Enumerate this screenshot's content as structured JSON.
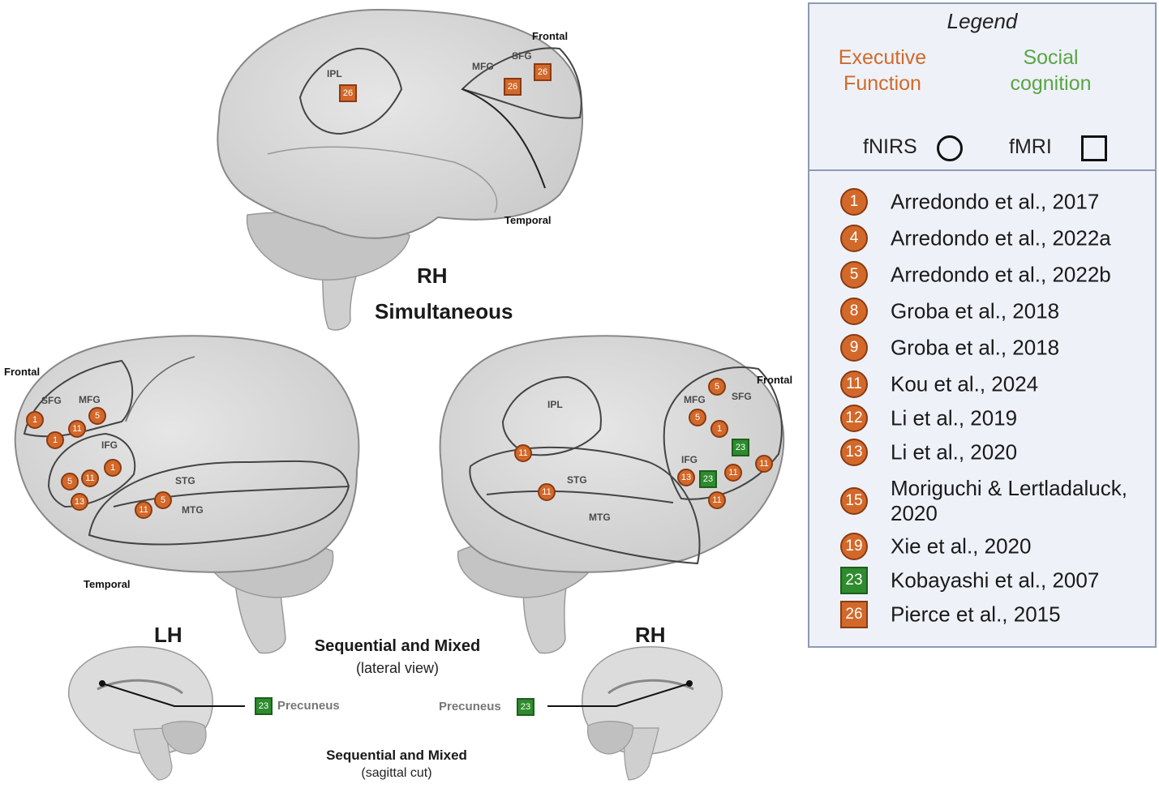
{
  "colors": {
    "executive": "#d2692a",
    "social": "#5aa545",
    "fmri_green": "#2e8b2e",
    "fmri_orange": "#d2692a",
    "brain_fill": "#d9d9d9",
    "legend_bg": "#eef2f8",
    "legend_border": "#8d9ab6"
  },
  "views": {
    "top": {
      "title": "RH",
      "subtitle": "Simultaneous",
      "lobes": [
        "Frontal",
        "Temporal"
      ],
      "regions": [
        "IPL",
        "MFG",
        "SFG"
      ],
      "markers": [
        {
          "n": "26",
          "shape": "square",
          "color": "#d2692a"
        },
        {
          "n": "26",
          "shape": "square",
          "color": "#d2692a"
        },
        {
          "n": "26",
          "shape": "square",
          "color": "#d2692a"
        }
      ]
    },
    "left": {
      "title": "LH",
      "lobes": [
        "Frontal",
        "Temporal"
      ],
      "regions": [
        "SFG",
        "MFG",
        "IFG",
        "STG",
        "MTG"
      ],
      "markers": [
        {
          "n": "1",
          "shape": "circle"
        },
        {
          "n": "11",
          "shape": "circle"
        },
        {
          "n": "5",
          "shape": "circle"
        },
        {
          "n": "1",
          "shape": "circle"
        },
        {
          "n": "1",
          "shape": "circle"
        },
        {
          "n": "11",
          "shape": "circle"
        },
        {
          "n": "5",
          "shape": "circle"
        },
        {
          "n": "13",
          "shape": "circle"
        },
        {
          "n": "11",
          "shape": "circle"
        },
        {
          "n": "5",
          "shape": "circle"
        }
      ]
    },
    "right": {
      "title": "RH",
      "lobes": [
        "Frontal"
      ],
      "regions": [
        "IPL",
        "MFG",
        "SFG",
        "IFG",
        "STG",
        "MTG"
      ],
      "markers": [
        {
          "n": "5",
          "shape": "circle"
        },
        {
          "n": "5",
          "shape": "circle"
        },
        {
          "n": "1",
          "shape": "circle"
        },
        {
          "n": "23",
          "shape": "square",
          "color": "#2e8b2e"
        },
        {
          "n": "11",
          "shape": "circle"
        },
        {
          "n": "13",
          "shape": "circle"
        },
        {
          "n": "23",
          "shape": "square",
          "color": "#2e8b2e"
        },
        {
          "n": "11",
          "shape": "circle"
        },
        {
          "n": "11",
          "shape": "circle"
        },
        {
          "n": "11",
          "shape": "circle"
        },
        {
          "n": "11",
          "shape": "circle"
        }
      ]
    },
    "lateral_caption": {
      "title": "Sequential and Mixed",
      "sub": "(lateral view)"
    },
    "sagittal_caption": {
      "title": "Sequential and Mixed",
      "sub": "(sagittal cut)"
    },
    "sagittal_left": {
      "label": "Precuneus",
      "marker": {
        "n": "23",
        "shape": "square",
        "color": "#2e8b2e"
      }
    },
    "sagittal_right": {
      "label": "Precuneus",
      "marker": {
        "n": "23",
        "shape": "square",
        "color": "#2e8b2e"
      }
    }
  },
  "legend": {
    "title": "Legend",
    "categories": [
      {
        "label": "Executive Function",
        "color": "#d2692a"
      },
      {
        "label": "Social cognition",
        "color": "#5aa545"
      }
    ],
    "modalities": [
      {
        "label": "fNIRS",
        "symbol": "circle"
      },
      {
        "label": "fMRI",
        "symbol": "square"
      }
    ],
    "items": [
      {
        "n": "1",
        "shape": "circle",
        "label": "Arredondo et al., 2017"
      },
      {
        "n": "4",
        "shape": "circle",
        "label": "Arredondo et al., 2022a"
      },
      {
        "n": "5",
        "shape": "circle",
        "label": "Arredondo et al., 2022b"
      },
      {
        "n": "8",
        "shape": "circle",
        "label": "Groba et al., 2018"
      },
      {
        "n": "9",
        "shape": "circle",
        "label": "Groba et al., 2018"
      },
      {
        "n": "11",
        "shape": "circle",
        "label": "Kou et al., 2024"
      },
      {
        "n": "12",
        "shape": "circle",
        "label": "Li et al., 2019"
      },
      {
        "n": "13",
        "shape": "circle",
        "label": "Li et al., 2020"
      },
      {
        "n": "15",
        "shape": "circle",
        "label": "Moriguchi & Lertladaluck, 2020"
      },
      {
        "n": "19",
        "shape": "circle",
        "label": "Xie et al., 2020"
      },
      {
        "n": "23",
        "shape": "square",
        "color": "#2e8b2e",
        "label": "Kobayashi et al., 2007"
      },
      {
        "n": "26",
        "shape": "square",
        "color": "#d2692a",
        "label": "Pierce et al., 2015"
      }
    ]
  }
}
